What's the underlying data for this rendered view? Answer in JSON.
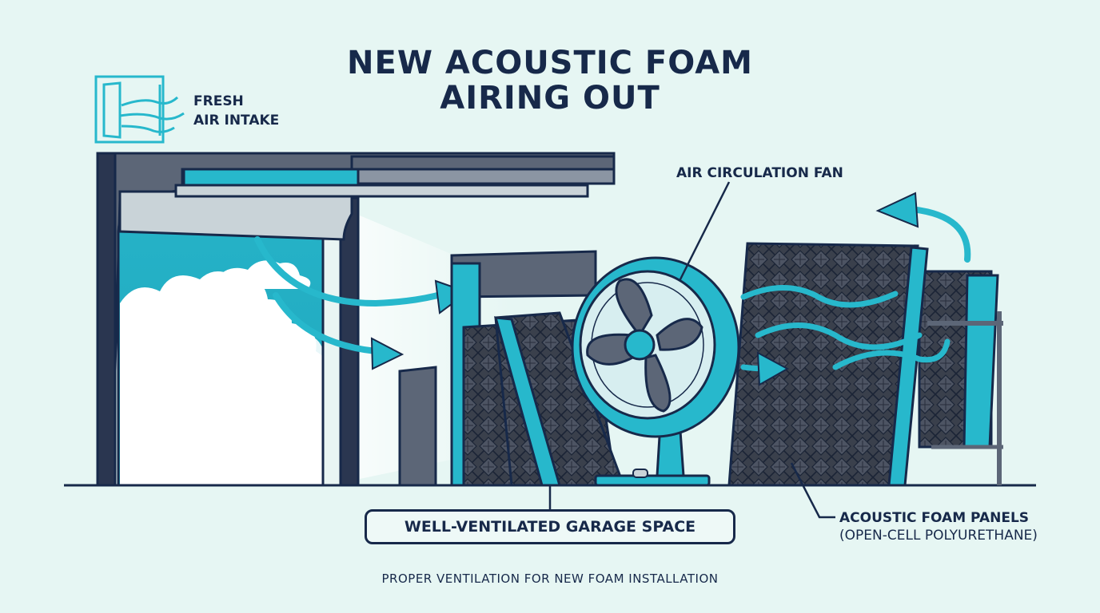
{
  "title": {
    "line1": "NEW ACOUSTIC FOAM",
    "line2": "AIRING OUT"
  },
  "labels": {
    "fresh_air_line1": "FRESH",
    "fresh_air_line2": "AIR INTAKE",
    "fan": "AIR CIRCULATION FAN",
    "garage": "WELL-VENTILATED GARAGE SPACE",
    "panels_line1": "ACOUSTIC FOAM PANELS",
    "panels_line2": "(OPEN-CELL POLYURETHANE)"
  },
  "footer": "PROPER VENTILATION FOR NEW FOAM INSTALLATION",
  "icons": [
    "door-wind-icon",
    "fan-icon",
    "arrow-icon"
  ],
  "colors": {
    "background": "#e6f6f3",
    "outline": "#17294a",
    "accent": "#27b8cc",
    "foam": "#3d4350",
    "metal": "#5c6677"
  }
}
